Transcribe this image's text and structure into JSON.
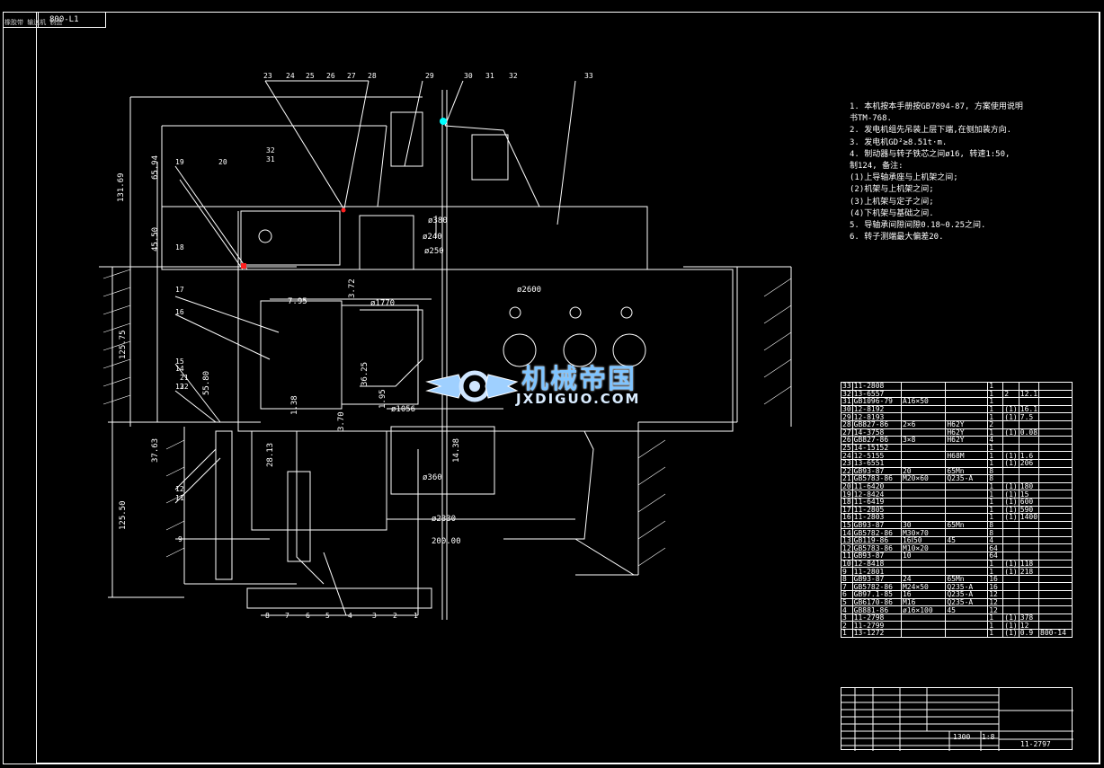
{
  "title_block": {
    "code": "800-L1",
    "subtitle": "橡胶带 输送机 制造"
  },
  "dimensions": {
    "d131": "131.69",
    "d65": "65.94",
    "d45": "45.50",
    "d125a": "125.75",
    "d37": "37.63",
    "d125b": "125.50",
    "d28": "28.13",
    "d55": "55.80",
    "d36": "36.25",
    "d195": "1.95",
    "d372": "3.72",
    "d370": "3.70",
    "d138": "1.38",
    "d1438": "14.38",
    "d200": "200.00",
    "d795": "7.95",
    "phi1770": "ø1770",
    "phi2600": "ø2600",
    "phi1056": "ø1056",
    "phi2330": "ø2330",
    "phi250": "ø250",
    "phi360": "ø360",
    "phi380": "ø380",
    "phi240": "ø240"
  },
  "callouts_top": [
    "23",
    "24",
    "25",
    "26",
    "27",
    "28",
    "29",
    "30",
    "31",
    "32",
    "33"
  ],
  "callouts_left": [
    "19",
    "20",
    "18",
    "17",
    "16",
    "15",
    "14",
    "13",
    "12",
    "11",
    "9"
  ],
  "callouts_bottom": [
    "8",
    "7",
    "6",
    "5",
    "4",
    "3",
    "2",
    "1"
  ],
  "callouts_mid": [
    "32",
    "31",
    "22",
    "21"
  ],
  "notes": [
    "1. 本机按本手册按GB7894-87, 方案使用说明",
    "   书TM-768.",
    "2. 发电机组先吊装上层下端,在侧加装方向.",
    "3. 发电机GD²≥8.51t·m.",
    "4. 制动器与转子铁芯之间ø16, 转速1:50,",
    "   制124, 备注:",
    "   (1)上导轴承座与上机架之间;",
    "   (2)机架与上机架之间;",
    "   (3)上机架与定子之间;",
    "   (4)下机架与基础之间.",
    "5. 导轴承间隙间隙0.18~0.25之间.",
    "6. 转子测端最大偏差20."
  ],
  "parts_table": [
    [
      "33",
      "11-2808",
      "",
      "",
      "1",
      "",
      "",
      ""
    ],
    [
      "32",
      "13-6557",
      "",
      "",
      "1",
      "2",
      "12.1",
      ""
    ],
    [
      "31",
      "GB1096-79",
      "A16×50",
      "",
      "1",
      "",
      "",
      ""
    ],
    [
      "30",
      "12-8192",
      "",
      "",
      "1",
      "(1)",
      "16.1",
      ""
    ],
    [
      "29",
      "12-8193",
      "",
      "",
      "1",
      "(1)",
      "7.5",
      ""
    ],
    [
      "28",
      "GB827-86",
      "2×6",
      "H62Y",
      "2",
      "",
      "",
      ""
    ],
    [
      "27",
      "14-3758",
      "",
      "H62Y",
      "1",
      "(1)",
      "0.08",
      ""
    ],
    [
      "26",
      "GB827-86",
      "3×8",
      "H62Y",
      "4",
      "",
      "",
      ""
    ],
    [
      "25",
      "14-15152",
      "",
      "",
      "1",
      "",
      "",
      ""
    ],
    [
      "24",
      "12-5155",
      "",
      "H68M",
      "1",
      "(1)",
      "1.6",
      ""
    ],
    [
      "23",
      "13-6551",
      "",
      "",
      "1",
      "(1)",
      "206",
      ""
    ],
    [
      "22",
      "GB93-87",
      "20",
      "65Mn",
      "8",
      "",
      "",
      ""
    ],
    [
      "21",
      "GB5783-86",
      "M20×60",
      "Q235-A",
      "8",
      "",
      "",
      ""
    ],
    [
      "20",
      "11-6420",
      "",
      "",
      "1",
      "(1)",
      "180",
      ""
    ],
    [
      "19",
      "12-8424",
      "",
      "",
      "1",
      "(1)",
      "15",
      ""
    ],
    [
      "18",
      "11-6419",
      "",
      "",
      "1",
      "(1)",
      "600",
      ""
    ],
    [
      "17",
      "11-2805",
      "",
      "",
      "1",
      "(1)",
      "590",
      ""
    ],
    [
      "16",
      "11-2803",
      "",
      "",
      "1",
      "(1)",
      "1400",
      ""
    ],
    [
      "15",
      "GB93-87",
      "30",
      "65Mn",
      "8",
      "",
      "",
      ""
    ],
    [
      "14",
      "GB5782-86",
      "M30×70",
      "",
      "8",
      "",
      "",
      ""
    ],
    [
      "13",
      "GB119-86",
      "16Ⅰ50",
      "45",
      "4",
      "",
      "",
      ""
    ],
    [
      "12",
      "GB5783-86",
      "M10×20",
      "",
      "64",
      "",
      "",
      ""
    ],
    [
      "11",
      "GB93-87",
      "10",
      "",
      "64",
      "",
      "",
      ""
    ],
    [
      "10",
      "12-8418",
      "",
      "",
      "1",
      "(1)",
      "118",
      ""
    ],
    [
      "9",
      "11-2801",
      "",
      "",
      "1",
      "(1)",
      "218",
      ""
    ],
    [
      "8",
      "GB93-87",
      "24",
      "65Mn",
      "16",
      "",
      "",
      ""
    ],
    [
      "7",
      "GB5782-86",
      "M24×50",
      "Q235-A",
      "16",
      "",
      "",
      ""
    ],
    [
      "6",
      "GB97.1-85",
      "16",
      "Q235-A",
      "12",
      "",
      "",
      ""
    ],
    [
      "5",
      "GB6170-86",
      "M16",
      "Q235-A",
      "12",
      "",
      "",
      ""
    ],
    [
      "4",
      "GB881-86",
      "ø16×100",
      "45",
      "12",
      "",
      "",
      ""
    ],
    [
      "3",
      "11-2798",
      "",
      "",
      "1",
      "(1)",
      "378",
      ""
    ],
    [
      "2",
      "11-2799",
      "",
      "",
      "1",
      "(1)",
      "12",
      ""
    ],
    [
      "1",
      "13-1272",
      "",
      "",
      "1",
      "(1)",
      "0.9",
      "800-14"
    ]
  ],
  "title_footer": {
    "scale_label": "1300",
    "ratio": "1:8",
    "drawing_no": "11-2797"
  },
  "watermark": {
    "cn": "机械帝国",
    "url": "JXDIGUO.COM"
  },
  "colors": {
    "line": "#ffffff",
    "accent_red": "#ff2020",
    "cyan": "#00ffff",
    "watermark": "#7fc4ff"
  }
}
